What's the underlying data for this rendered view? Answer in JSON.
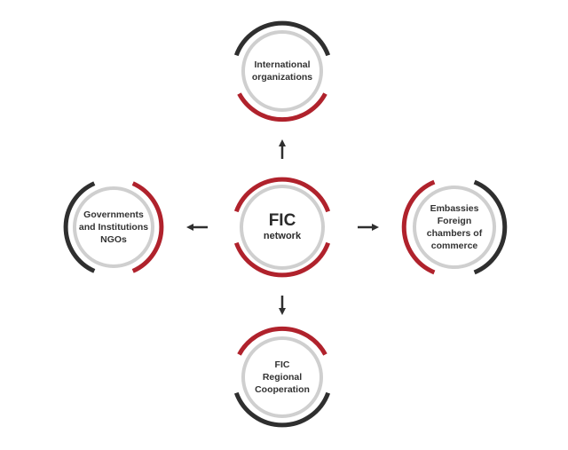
{
  "center": {
    "title": "FIC",
    "subtitle": "network"
  },
  "nodes": {
    "top": {
      "lines": [
        "International",
        "organizations"
      ]
    },
    "left": {
      "lines": [
        "Governments",
        "and Institutions",
        "NGOs"
      ]
    },
    "right": {
      "lines": [
        "Embassies",
        "Foreign",
        "chambers of",
        "commerce"
      ]
    },
    "bottom": {
      "lines": [
        "FIC",
        "Regional",
        "Cooperation"
      ]
    }
  },
  "colors": {
    "accent_red": "#b0222c",
    "dark_arc": "#2f2f2f",
    "ring_gray": "#cfcfcf",
    "text": "#333333"
  }
}
